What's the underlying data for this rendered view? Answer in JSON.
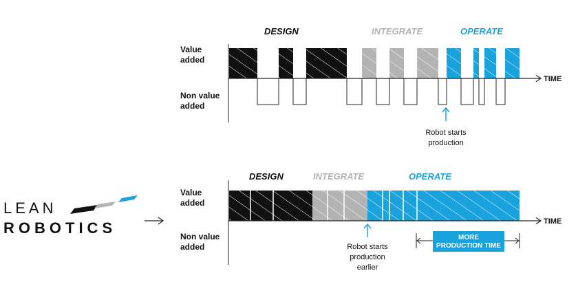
{
  "logo": {
    "line1": "LEAN",
    "line2": "ROBOTICS"
  },
  "colors": {
    "design": "#111111",
    "integrate": "#b3b3b3",
    "operate": "#1aa2dc",
    "line": "#222222"
  },
  "top_diagram": {
    "value_label": [
      "Value",
      "added"
    ],
    "non_value_label": [
      "Non value",
      "added"
    ],
    "axis_label": "TIME",
    "phases": {
      "design": "DESIGN",
      "integrate": "INTEGRATE",
      "operate": "OPERATE"
    },
    "annotation": [
      "Robot starts",
      "production"
    ]
  },
  "bottom_diagram": {
    "value_label": [
      "Value",
      "added"
    ],
    "non_value_label": [
      "Non value",
      "added"
    ],
    "axis_label": "TIME",
    "phases": {
      "design": "DESIGN",
      "integrate": "INTEGRATE",
      "operate": "OPERATE"
    },
    "annotation": [
      "Robot starts",
      "production",
      "earlier"
    ],
    "more_box": [
      "MORE",
      "PRODUCTION TIME"
    ]
  }
}
